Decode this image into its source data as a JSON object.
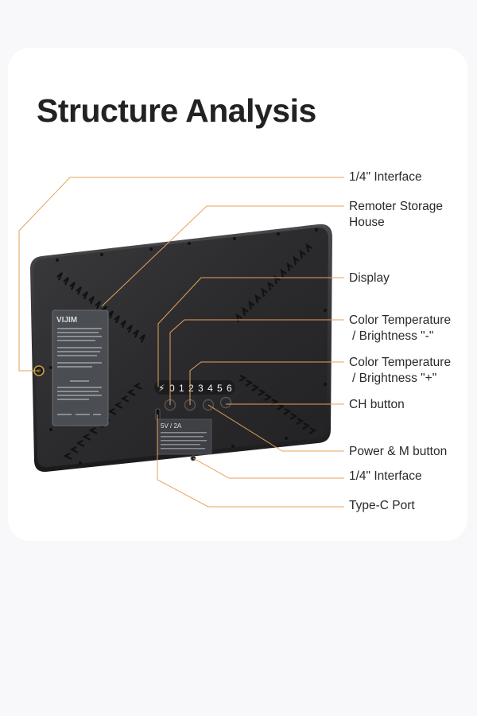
{
  "title": "Structure Analysis",
  "device": {
    "brand": "VIJIM",
    "display_digits": [
      "0",
      "1",
      "2",
      "3",
      "4",
      "5",
      "6"
    ],
    "power_rating": "5V / 2A"
  },
  "labels": [
    {
      "id": "quarter-inch-interface-side",
      "lines": [
        "1/4\" Interface"
      ]
    },
    {
      "id": "remoter-storage-house",
      "lines": [
        "Remoter Storage",
        "House"
      ]
    },
    {
      "id": "display",
      "lines": [
        "Display"
      ]
    },
    {
      "id": "color-temp-brightness-minus",
      "lines": [
        "Color Temperature",
        "/ Brightness \"-\""
      ]
    },
    {
      "id": "color-temp-brightness-plus",
      "lines": [
        "Color Temperature",
        "/ Brightness \"+\""
      ]
    },
    {
      "id": "ch-button",
      "lines": [
        "CH button"
      ]
    },
    {
      "id": "power-m-button",
      "lines": [
        "Power & M button"
      ]
    },
    {
      "id": "quarter-inch-interface-bottom",
      "lines": [
        "1/4\" Interface"
      ]
    },
    {
      "id": "type-c-port",
      "lines": [
        "Type-C Port"
      ]
    }
  ],
  "colors": {
    "leader_line": "#e8a25a",
    "title": "#222222",
    "panel_body": "#2b2b2d",
    "card_bg": "#ffffff",
    "page_bg": "#f8f8fa"
  }
}
